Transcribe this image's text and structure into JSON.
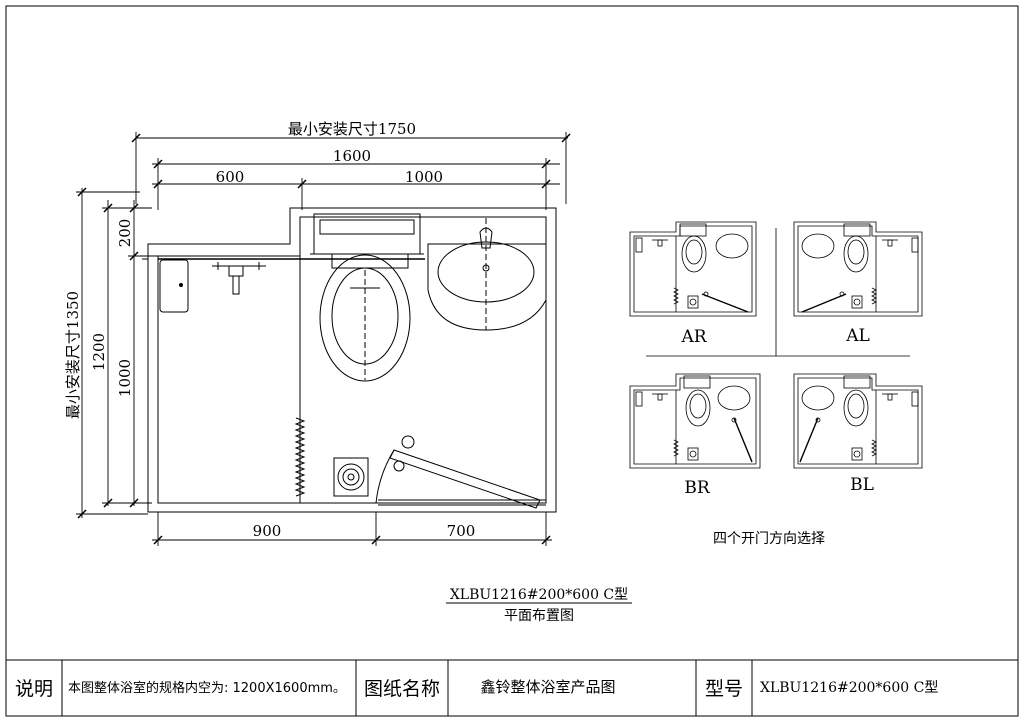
{
  "plan": {
    "dim_total_width": "最小安装尺寸1750",
    "dim_inner_width": "1600",
    "dim_left": "600",
    "dim_right": "1000",
    "dim_total_height": "最小安装尺寸1350",
    "dim_inner_height": "1200",
    "dim_top_offset": "200",
    "dim_lower_height": "1000",
    "dim_bottom_left": "900",
    "dim_bottom_right": "700"
  },
  "options": {
    "labels": [
      "AR",
      "AL",
      "BR",
      "BL"
    ],
    "caption": "四个开门方向选择"
  },
  "model": {
    "code": "XLBU1216#200*600 C型",
    "subtitle": "平面布置图"
  },
  "title_block": {
    "note_label": "说明",
    "note_text": "本图整体浴室的规格内空为: 1200X1600mm。",
    "drawing_name_label": "图纸名称",
    "drawing_name": "鑫铃整体浴室产品图",
    "model_label": "型号",
    "model_value": "XLBU1216#200*600 C型"
  }
}
